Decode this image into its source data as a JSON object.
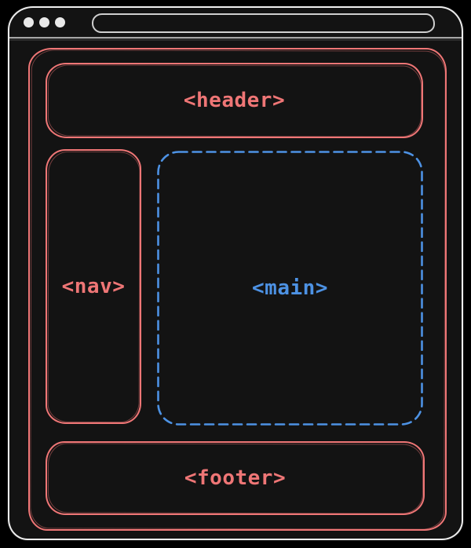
{
  "colors": {
    "background": "#000000",
    "window_fill": "#131313",
    "window_border": "#ededed",
    "chrome_line": "#a5a5a5",
    "dot": "#e9e9e9",
    "addressbar_border": "#cfcfcf",
    "accent_red": "#ef7676",
    "accent_blue": "#4d92e4"
  },
  "browser_chrome": {
    "window_controls_icon": "window-control-dots",
    "address_bar_value": ""
  },
  "regions": {
    "header": {
      "label": "<header>",
      "color": "#ef7676",
      "border_style": "solid"
    },
    "nav": {
      "label": "<nav>",
      "color": "#ef7676",
      "border_style": "solid"
    },
    "main": {
      "label": "<main>",
      "color": "#4d92e4",
      "border_style": "dashed"
    },
    "footer": {
      "label": "<footer>",
      "color": "#ef7676",
      "border_style": "solid"
    }
  }
}
